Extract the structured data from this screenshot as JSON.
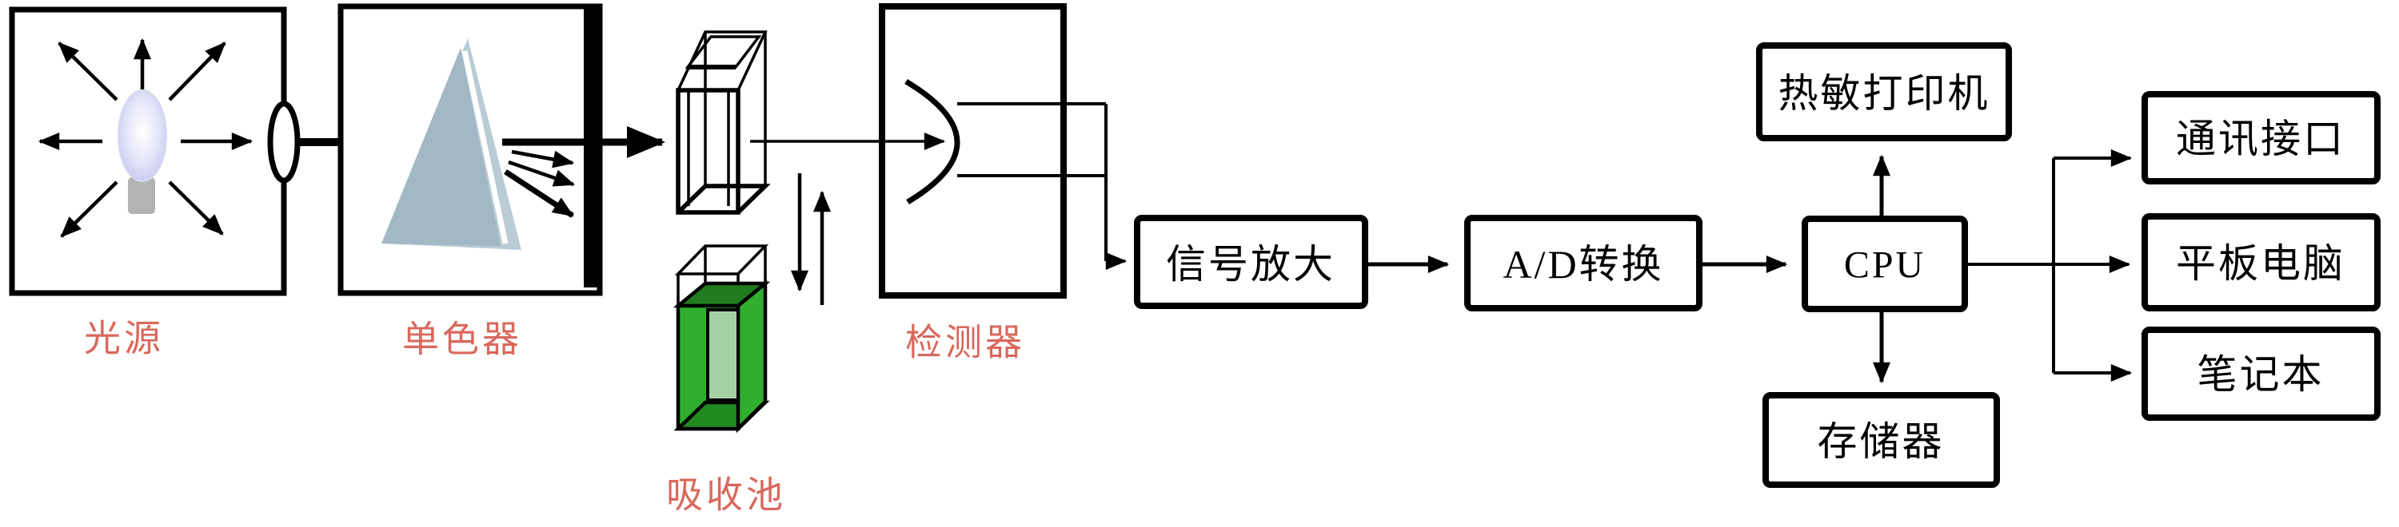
{
  "diagram": {
    "type": "spectrophotometer-block-diagram",
    "stage_labels": {
      "light_source": "光源",
      "monochromator": "单色器",
      "absorption_cell": "吸收池",
      "detector": "检测器"
    },
    "block_labels": {
      "signal_amplify": "信号放大",
      "ad_convert": "A/D转换",
      "cpu": "CPU",
      "thermal_printer": "热敏打印机",
      "memory": "存储器",
      "comm_interface": "通讯接口",
      "tablet_pc": "平板电脑",
      "notebook": "笔记本"
    },
    "colors": {
      "stage_label_red": "#d9685c",
      "outline_black": "#000000",
      "prism_body_blue": "#a2b8c4",
      "prism_edge_light": "#b9ccd6",
      "liquid_green_front": "#2fae2f",
      "liquid_green_top": "#1f7d1f",
      "liquid_green_bottom": "#218a21",
      "liquid_green_pale": "#a4d0a4",
      "bulb_lavender": "#ccccf2",
      "bulb_base_gray": "#b3b3b3"
    }
  }
}
